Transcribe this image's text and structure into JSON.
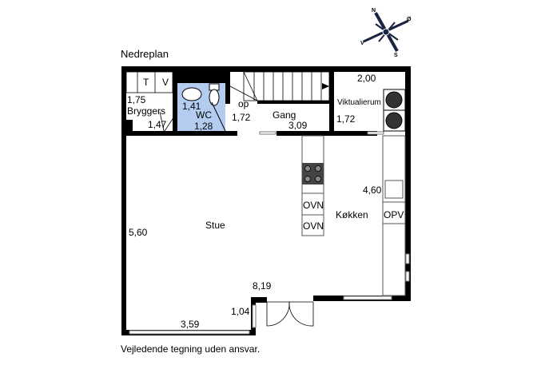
{
  "title": "Nedreplan",
  "footer": "Vejledende tegning uden ansvar.",
  "compass": {
    "n": "N",
    "o": "Ø",
    "s": "S",
    "v": "V"
  },
  "rooms": {
    "bryggers": {
      "name": "Bryggers",
      "dim1": "1,75",
      "dim2": "1,47",
      "t": "T",
      "v": "V"
    },
    "wc": {
      "name": "WC",
      "dim1": "1,41",
      "dim2": "1,28",
      "color": "#b4ccf0"
    },
    "stair": {
      "label": "op",
      "dim": "1,72"
    },
    "gang": {
      "name": "Gang",
      "dim": "3,09"
    },
    "viktualierum": {
      "name": "Viktualierum",
      "dim1": "2,00",
      "dim2": "1,72"
    },
    "stue": {
      "name": "Stue",
      "dim1": "5,60",
      "dim2": "3,59",
      "dim3": "8,19",
      "dim4": "1,04"
    },
    "kokken": {
      "name": "Køkken",
      "dim": "4,60",
      "ovn1": "OVN",
      "ovn2": "OVN",
      "opv": "OPV"
    }
  }
}
